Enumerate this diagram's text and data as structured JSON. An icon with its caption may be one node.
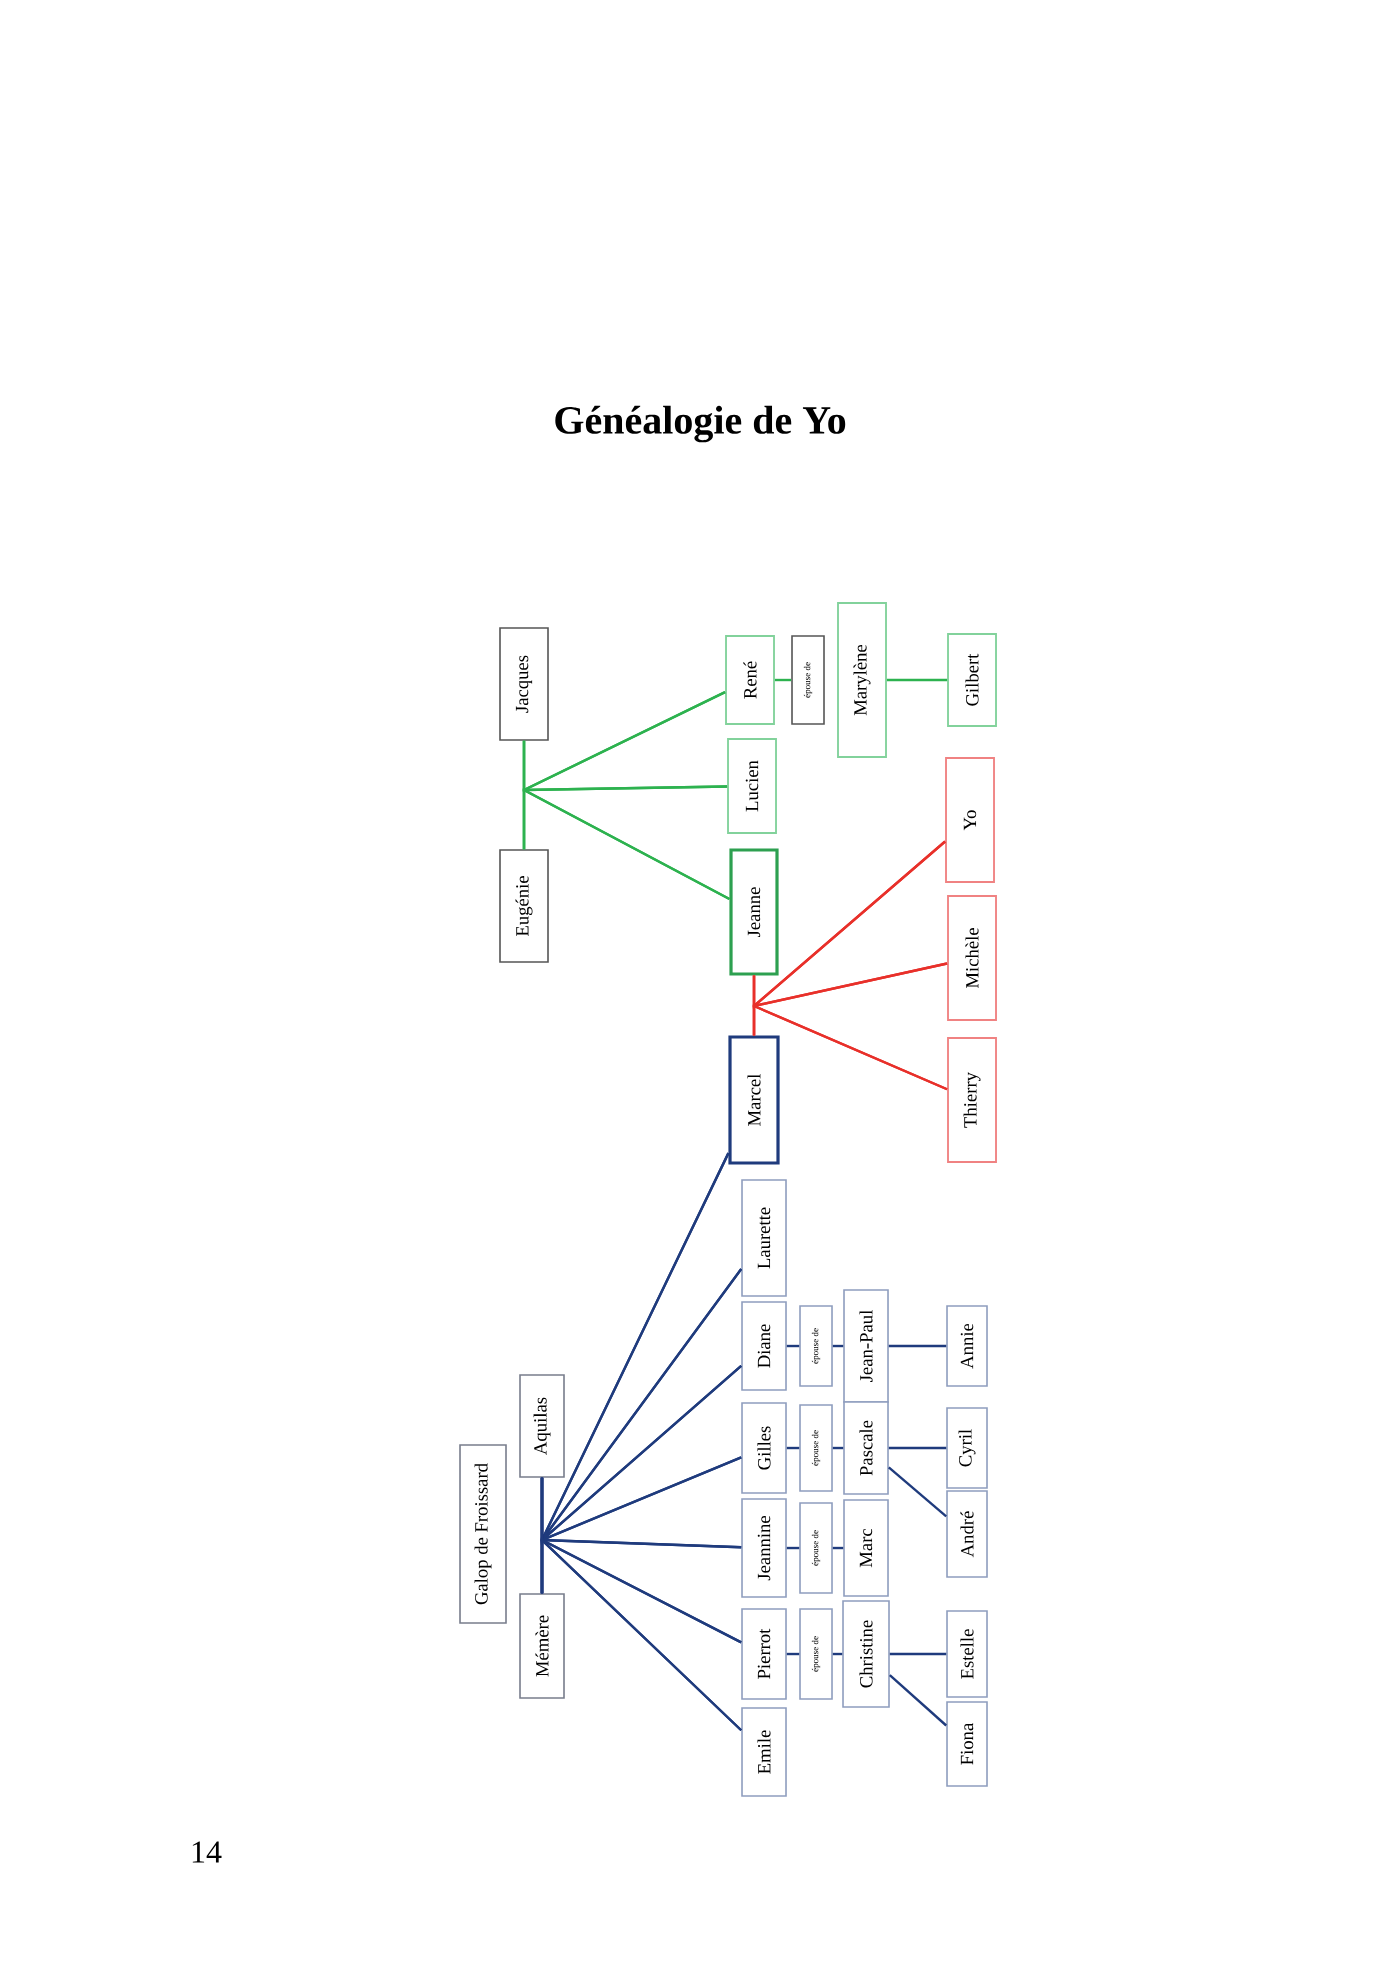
{
  "diagram": {
    "title": "Généalogie de Yo",
    "nodes": [
      {
        "text": [
          "Jacques"
        ]
      },
      {
        "text": [
          "Eugénie"
        ]
      },
      {
        "text": [
          "René"
        ]
      },
      {
        "text": [
          "épouse de"
        ]
      },
      {
        "text": [
          "Marylène"
        ]
      },
      {
        "text": [
          "Gilbert"
        ]
      },
      {
        "text": [
          "Lucien"
        ]
      },
      {
        "text": [
          "Jeanne"
        ]
      },
      {
        "text": [
          "Yo"
        ]
      },
      {
        "text": [
          "Michèle"
        ]
      },
      {
        "text": [
          "Thierry"
        ]
      },
      {
        "text": [
          "Marcel"
        ]
      },
      {
        "text": [
          "Galop de Froissard"
        ]
      },
      {
        "text": [
          "Aquilas"
        ]
      },
      {
        "text": [
          "Mémère"
        ]
      },
      {
        "text": [
          "Laurette"
        ]
      },
      {
        "text": [
          "Diane"
        ]
      },
      {
        "text": [
          "épouse de"
        ]
      },
      {
        "text": [
          "Jean-Paul"
        ]
      },
      {
        "text": [
          "Annie"
        ]
      },
      {
        "text": [
          "Gilles"
        ]
      },
      {
        "text": [
          "épouse de"
        ]
      },
      {
        "text": [
          "Pascale"
        ]
      },
      {
        "text": [
          "Cyril"
        ]
      },
      {
        "text": [
          "André"
        ]
      },
      {
        "text": [
          "Jeannine"
        ]
      },
      {
        "text": [
          "épouse de"
        ]
      },
      {
        "text": [
          "Marc"
        ]
      },
      {
        "text": [
          "Pierrot"
        ]
      },
      {
        "text": [
          "épouse de"
        ]
      },
      {
        "text": [
          "Christine"
        ]
      },
      {
        "text": [
          "Estelle"
        ]
      },
      {
        "text": [
          "Fiona"
        ]
      },
      {
        "text": [
          "Emile"
        ]
      }
    ],
    "edges": [
      {
        "from": 0,
        "to": 2,
        "arrow": "none",
        "color": "#2db24f"
      },
      {
        "from": 1,
        "to": 2,
        "arrow": "none",
        "color": "#2db24f"
      },
      {
        "from": 0,
        "to": 6,
        "arrow": "none",
        "color": "#2db24f"
      },
      {
        "from": 1,
        "to": 6,
        "arrow": "none",
        "color": "#2db24f"
      },
      {
        "from": 0,
        "to": 7,
        "arrow": "none",
        "color": "#2db24f"
      },
      {
        "from": 1,
        "to": 7,
        "arrow": "none",
        "color": "#2db24f"
      },
      {
        "from": 2,
        "to": 3,
        "arrow": "none",
        "color": "#2db24f"
      },
      {
        "from": 4,
        "to": 5,
        "arrow": "none",
        "color": "#2db24f"
      },
      {
        "from": 7,
        "to": 8,
        "arrow": "none",
        "color": "#e8302a"
      },
      {
        "from": 11,
        "to": 8,
        "arrow": "none",
        "color": "#e8302a"
      },
      {
        "from": 7,
        "to": 9,
        "arrow": "none",
        "color": "#e8302a"
      },
      {
        "from": 11,
        "to": 9,
        "arrow": "none",
        "color": "#e8302a"
      },
      {
        "from": 7,
        "to": 10,
        "arrow": "none",
        "color": "#e8302a"
      },
      {
        "from": 11,
        "to": 10,
        "arrow": "none",
        "color": "#e8302a"
      },
      {
        "from": 13,
        "to": 11,
        "arrow": "none"
      },
      {
        "from": 14,
        "to": 11,
        "arrow": "none"
      },
      {
        "from": 13,
        "to": 15,
        "arrow": "none"
      },
      {
        "from": 14,
        "to": 15,
        "arrow": "none"
      },
      {
        "from": 13,
        "to": 16,
        "arrow": "none"
      },
      {
        "from": 14,
        "to": 16,
        "arrow": "none"
      },
      {
        "from": 13,
        "to": 20,
        "arrow": "none"
      },
      {
        "from": 14,
        "to": 20,
        "arrow": "none"
      },
      {
        "from": 13,
        "to": 25,
        "arrow": "none"
      },
      {
        "from": 14,
        "to": 25,
        "arrow": "none"
      },
      {
        "from": 13,
        "to": 28,
        "arrow": "none"
      },
      {
        "from": 14,
        "to": 28,
        "arrow": "none"
      },
      {
        "from": 13,
        "to": 33,
        "arrow": "none"
      },
      {
        "from": 14,
        "to": 33,
        "arrow": "none"
      },
      {
        "from": 16,
        "to": 17,
        "arrow": "none"
      },
      {
        "from": 17,
        "to": 18,
        "arrow": "none"
      },
      {
        "from": 18,
        "to": 19,
        "arrow": "none"
      },
      {
        "from": 20,
        "to": 21,
        "arrow": "none"
      },
      {
        "from": 21,
        "to": 22,
        "arrow": "none"
      },
      {
        "from": 22,
        "to": 23,
        "arrow": "none"
      },
      {
        "from": 22,
        "to": 24,
        "arrow": "none"
      },
      {
        "from": 25,
        "to": 26,
        "arrow": "none"
      },
      {
        "from": 26,
        "to": 27,
        "arrow": "none"
      },
      {
        "from": 28,
        "to": 29,
        "arrow": "none"
      },
      {
        "from": 29,
        "to": 30,
        "arrow": "none"
      },
      {
        "from": 30,
        "to": 31,
        "arrow": "none"
      },
      {
        "from": 30,
        "to": 32,
        "arrow": "none"
      }
    ],
    "labels": [
      "14"
    ]
  }
}
